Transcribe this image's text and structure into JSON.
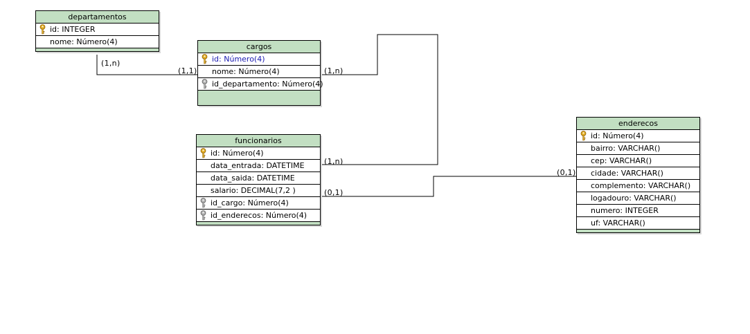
{
  "diagram": {
    "entities": [
      {
        "id": "departamentos",
        "title": "departamentos",
        "attributes": [
          {
            "label": "id: INTEGER",
            "key": "primary"
          },
          {
            "label": "nome: Número(4)",
            "key": "none"
          }
        ]
      },
      {
        "id": "cargos",
        "title": "cargos",
        "attributes": [
          {
            "label": "id: Número(4)",
            "key": "primary",
            "highlighted": true
          },
          {
            "label": "nome: Número(4)",
            "key": "none"
          },
          {
            "label": "id_departamento: Número(4)",
            "key": "foreign"
          }
        ]
      },
      {
        "id": "funcionarios",
        "title": "funcionarios",
        "attributes": [
          {
            "label": "id: Número(4)",
            "key": "primary"
          },
          {
            "label": "data_entrada: DATETIME",
            "key": "none"
          },
          {
            "label": "data_saida: DATETIME",
            "key": "none"
          },
          {
            "label": "salario: DECIMAL(7,2 )",
            "key": "none"
          },
          {
            "label": "id_cargo: Número(4)",
            "key": "foreign"
          },
          {
            "label": "id_enderecos: Número(4)",
            "key": "foreign"
          }
        ]
      },
      {
        "id": "enderecos",
        "title": "enderecos",
        "attributes": [
          {
            "label": "id: Número(4)",
            "key": "primary"
          },
          {
            "label": "bairro: VARCHAR()",
            "key": "none"
          },
          {
            "label": "cep: VARCHAR()",
            "key": "none"
          },
          {
            "label": "cidade: VARCHAR()",
            "key": "none"
          },
          {
            "label": "complemento: VARCHAR()",
            "key": "none"
          },
          {
            "label": "logadouro: VARCHAR()",
            "key": "none"
          },
          {
            "label": "numero: INTEGER",
            "key": "none"
          },
          {
            "label": "uf: VARCHAR()",
            "key": "none"
          }
        ]
      }
    ],
    "relationships": [
      {
        "from": "departamentos",
        "to": "cargos",
        "from_cardinality": "(1,n)",
        "to_cardinality": "(1,1)"
      },
      {
        "from": "cargos",
        "to": "funcionarios",
        "from_cardinality": "(1,n)",
        "to_cardinality": "(1,n)"
      },
      {
        "from": "funcionarios",
        "to": "enderecos",
        "from_cardinality": "(0,1)",
        "to_cardinality": "(0,1)"
      }
    ],
    "colors": {
      "header_fill": "#c2dfc2",
      "primary_key_icon": "#d9a520",
      "foreign_key_icon": "#9a9a9a",
      "highlight_text": "#1a1ab0",
      "line": "#000000"
    }
  }
}
